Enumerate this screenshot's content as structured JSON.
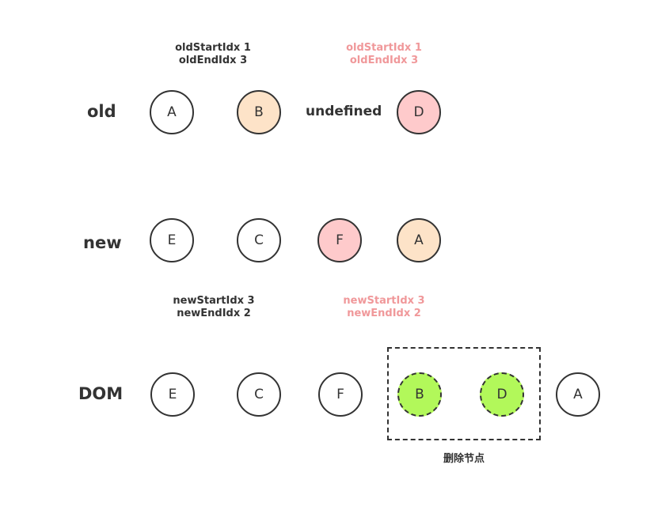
{
  "rows": {
    "old": "old",
    "new": "new",
    "dom": "DOM"
  },
  "old_pointers_before": {
    "start": "oldStartIdx  1",
    "end": "oldEndIdx  3",
    "color": "#333333"
  },
  "old_pointers_after": {
    "start": "oldStartIdx  1",
    "end": "oldEndIdx  3",
    "color": "#f0989a"
  },
  "new_pointers_before": {
    "start": "newStartIdx  3",
    "end": "newEndIdx  2",
    "color": "#333333"
  },
  "new_pointers_after": {
    "start": "newStartIdx  3",
    "end": "newEndIdx  2",
    "color": "#f0989a"
  },
  "old_nodes": [
    {
      "label": "A",
      "fill": "#ffffff"
    },
    {
      "label": "B",
      "fill": "#fde3c8"
    },
    {
      "label": "undefined"
    },
    {
      "label": "D",
      "fill": "#fecacb"
    }
  ],
  "new_nodes": [
    {
      "label": "E",
      "fill": "#ffffff"
    },
    {
      "label": "C",
      "fill": "#ffffff"
    },
    {
      "label": "F",
      "fill": "#fecacb"
    },
    {
      "label": "A",
      "fill": "#fde3c8"
    }
  ],
  "dom_nodes": [
    {
      "label": "E",
      "fill": "#ffffff"
    },
    {
      "label": "C",
      "fill": "#ffffff"
    },
    {
      "label": "F",
      "fill": "#ffffff"
    },
    {
      "label": "B",
      "fill": "#b2f85a",
      "removed": true
    },
    {
      "label": "D",
      "fill": "#b2f85a",
      "removed": true
    },
    {
      "label": "A",
      "fill": "#ffffff"
    }
  ],
  "delete_caption": "删除节点"
}
